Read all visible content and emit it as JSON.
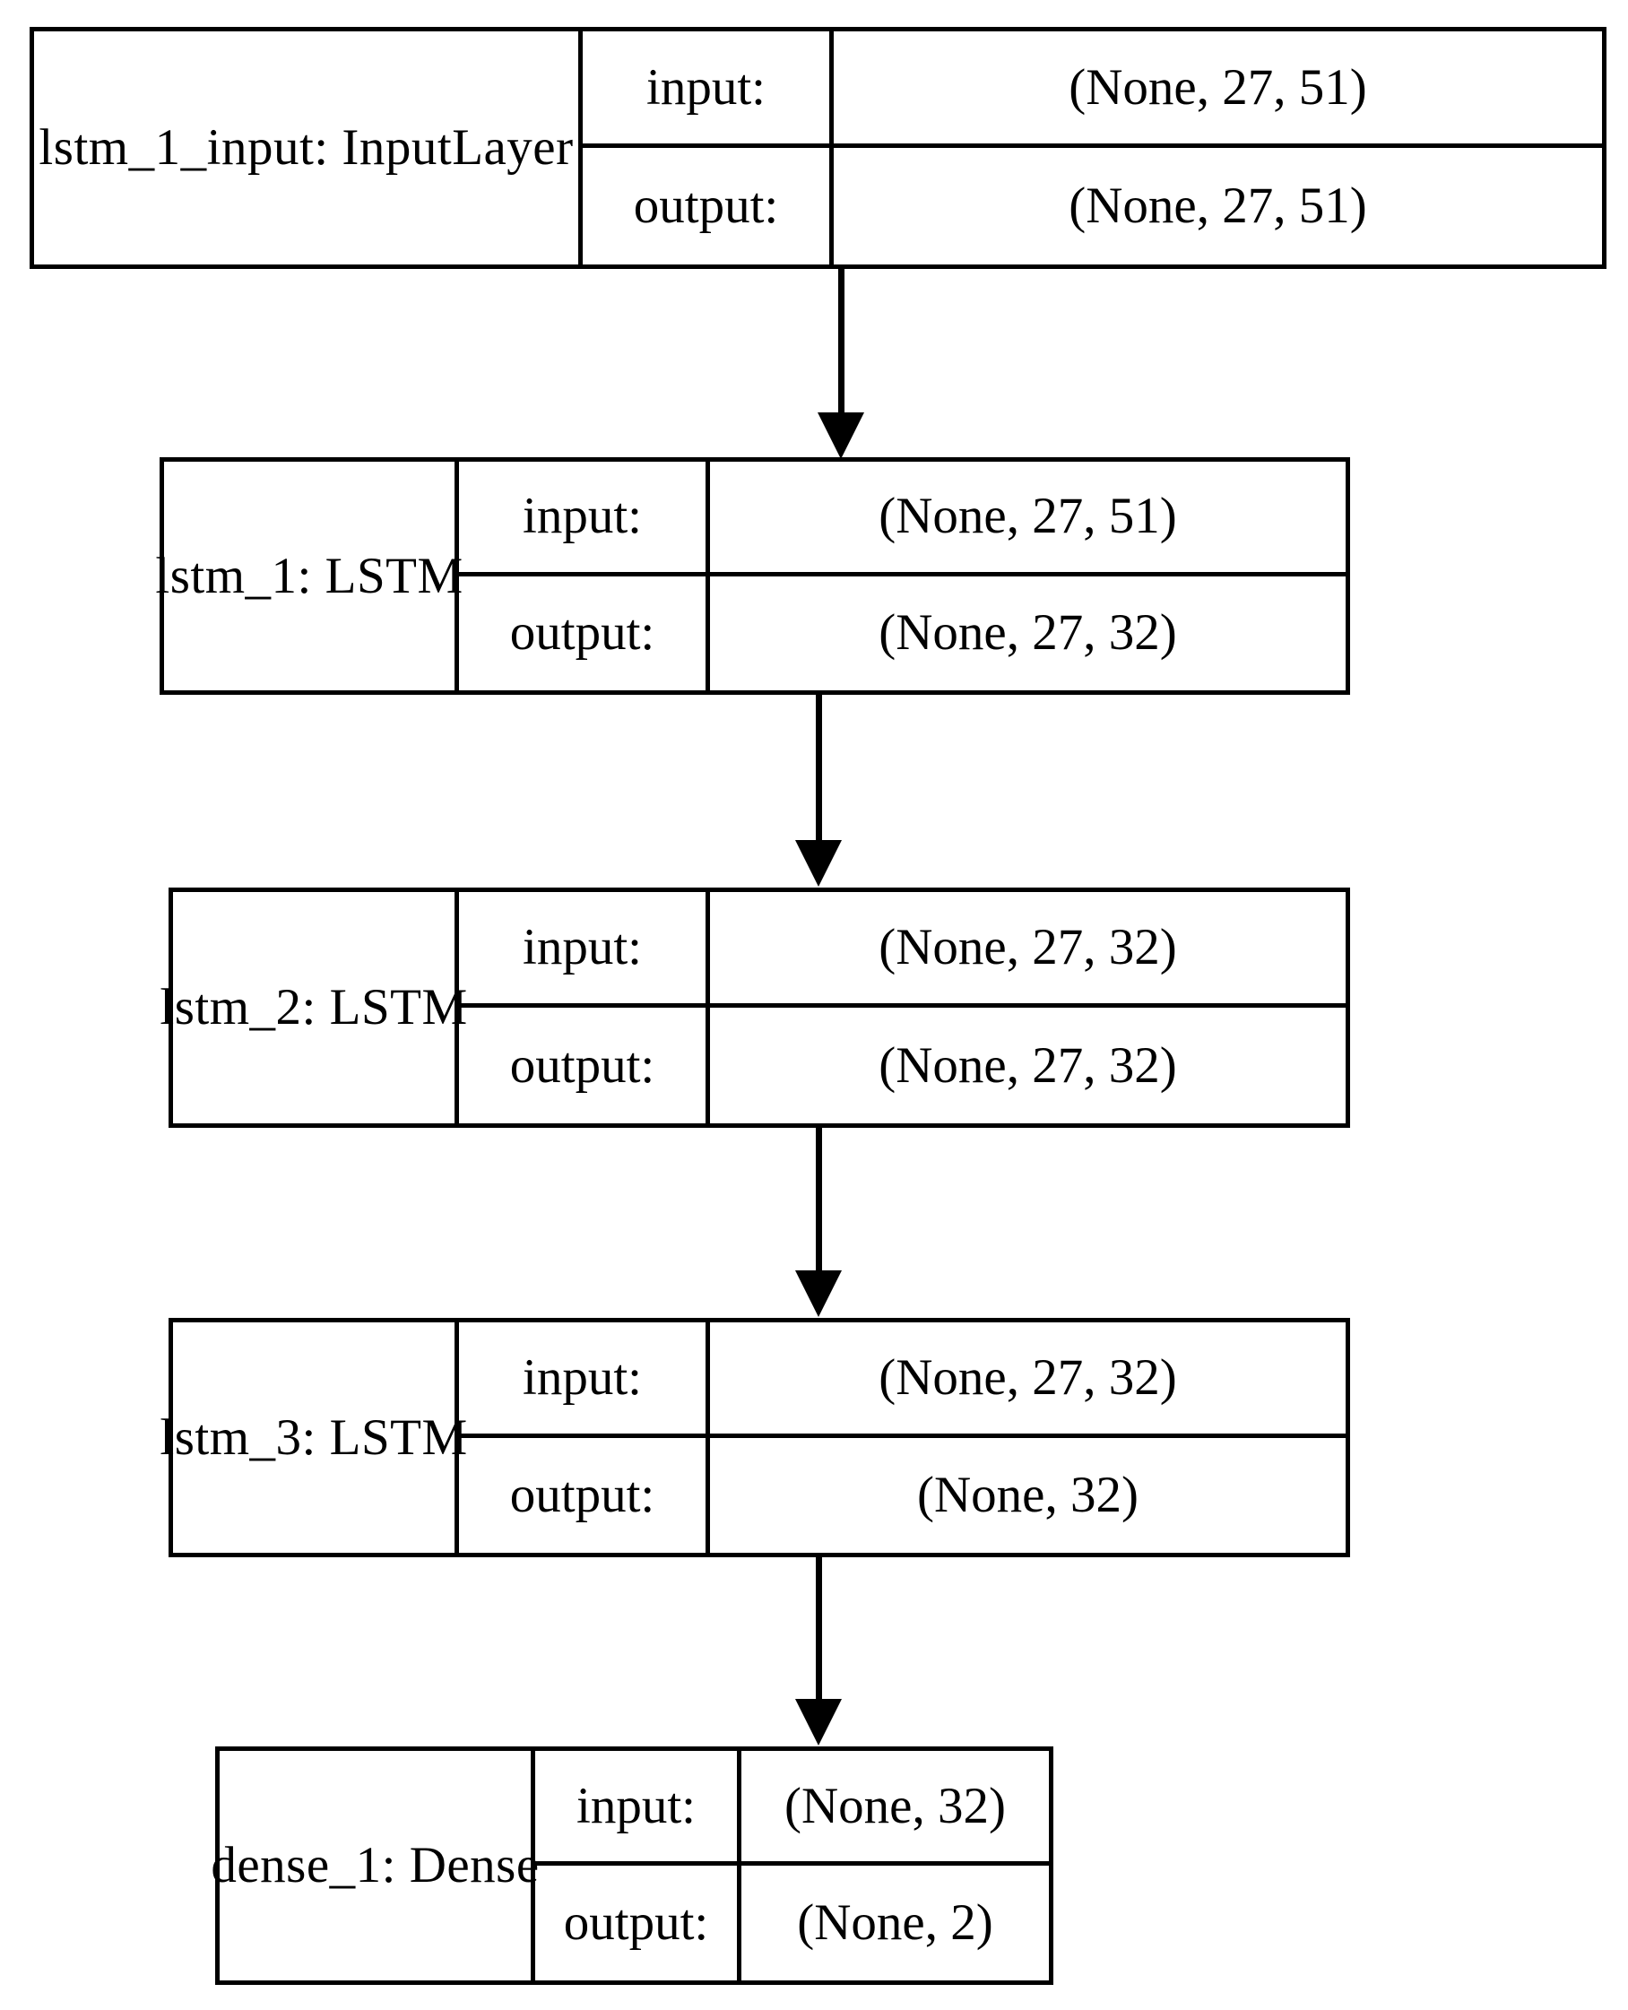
{
  "diagram": {
    "title": "Keras model architecture graph",
    "type": "keras-model-plot",
    "orientation": "top-to-bottom",
    "background_color": "#ffffff",
    "line_color": "#000000",
    "row_labels": {
      "input": "input:",
      "output": "output:"
    },
    "nodes": [
      {
        "id": "lstm_1_input",
        "name": "lstm_1_input: InputLayer",
        "layer_name": "lstm_1_input",
        "layer_type": "InputLayer",
        "input_label": "input:",
        "input_shape": "(None, 27, 51)",
        "output_label": "output:",
        "output_shape": "(None, 27, 51)"
      },
      {
        "id": "lstm_1",
        "name": "lstm_1: LSTM",
        "layer_name": "lstm_1",
        "layer_type": "LSTM",
        "input_label": "input:",
        "input_shape": "(None, 27, 51)",
        "output_label": "output:",
        "output_shape": "(None, 27, 32)"
      },
      {
        "id": "lstm_2",
        "name": "lstm_2: LSTM",
        "layer_name": "lstm_2",
        "layer_type": "LSTM",
        "input_label": "input:",
        "input_shape": "(None, 27, 32)",
        "output_label": "output:",
        "output_shape": "(None, 27, 32)"
      },
      {
        "id": "lstm_3",
        "name": "lstm_3: LSTM",
        "layer_name": "lstm_3",
        "layer_type": "LSTM",
        "input_label": "input:",
        "input_shape": "(None, 27, 32)",
        "output_label": "output:",
        "output_shape": "(None, 32)"
      },
      {
        "id": "dense_1",
        "name": "dense_1: Dense",
        "layer_name": "dense_1",
        "layer_type": "Dense",
        "input_label": "input:",
        "input_shape": "(None, 32)",
        "output_label": "output:",
        "output_shape": "(None, 2)"
      }
    ],
    "edges": [
      {
        "from": "lstm_1_input",
        "to": "lstm_1"
      },
      {
        "from": "lstm_1",
        "to": "lstm_2"
      },
      {
        "from": "lstm_2",
        "to": "lstm_3"
      },
      {
        "from": "lstm_3",
        "to": "dense_1"
      }
    ]
  }
}
